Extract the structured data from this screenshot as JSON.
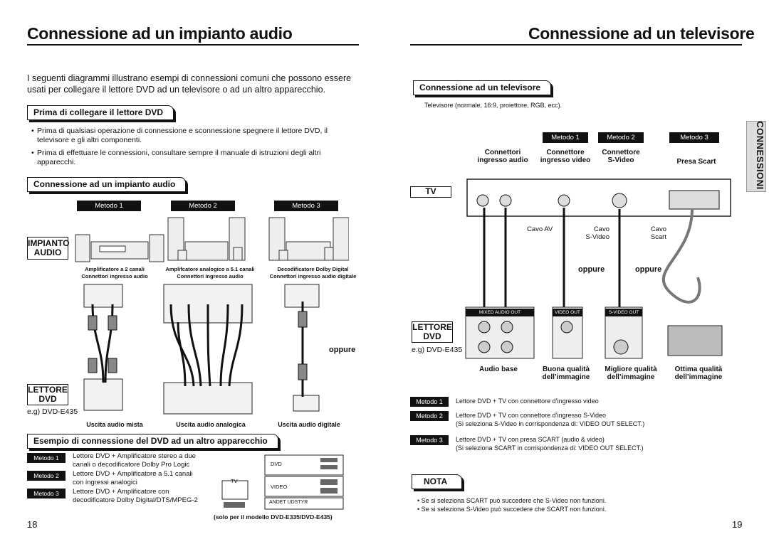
{
  "left": {
    "title": "Connessione ad un impianto audio",
    "intro": "I seguenti diagrammi illustrano esempi di connessioni comuni che possono essere usati per collegare il lettore DVD ad un televisore o ad un altro apparecchio.",
    "section1": "Prima di collegare il lettore DVD",
    "bullets": [
      "Prima di qualsiasi operazione di connessione e sconnessione spegnere il lettore DVD, il televisore e gli altri componenti.",
      "Prima di effettuare le connessioni, consultare sempre il manuale di istruzioni degli altri apparecchi."
    ],
    "section2": "Connessione ad un impianto audio",
    "methods": [
      "Metodo 1",
      "Metodo 2",
      "Metodo 3"
    ],
    "impianto_box": [
      "IMPIANTO",
      "AUDIO"
    ],
    "amp_captions": [
      [
        "Amplificatore a 2 canali",
        "Connettori ingresso audio"
      ],
      [
        "Amplifcatore analogico a 5.1 canali",
        "Connettori ingresso audio"
      ],
      [
        "Decodificatore Dolby Digital",
        "Connettori ingresso audio digitale"
      ]
    ],
    "oppure": "oppure",
    "lettore_box": [
      "LETTORE",
      "DVD"
    ],
    "model": "e.g) DVD-E435",
    "outputs": [
      "Uscita audio mista",
      "Uscita audio analogica",
      "Uscita audio digitale"
    ],
    "section3": "Esempio di connessione del DVD ad un altro apparecchio",
    "method_desc": [
      {
        "tag": "Metodo 1",
        "text": [
          "Lettore DVD  + Amplificatore stereo a due",
          "canali o decodificatore Dolby Pro Logic"
        ]
      },
      {
        "tag": "Metodo 2",
        "text": [
          "Lettore DVD + Amplificatore a 5.1 canali",
          "con ingressi analogici"
        ]
      },
      {
        "tag": "Metodo 3",
        "text": [
          "Lettore DVD  + Amplificatore con",
          "decodificatore Dolby Digital/DTS/MPEG-2"
        ]
      }
    ],
    "example_labels": {
      "dvd": "DVD",
      "tv": "TV",
      "video": "VIDEO",
      "andet": "ANDET UDSTYR"
    },
    "footnote": "(solo per il modello DVD-E335/DVD-E435)",
    "page": "18"
  },
  "right": {
    "title": "Connessione ad un televisore",
    "section1": "Connessione ad un televisore",
    "tv_types": "Televisore (normale, 16:9, proiettore, RGB, ecc).",
    "methods": [
      "Metodo 1",
      "Metodo 2",
      "Metodo 3"
    ],
    "conn_labels": [
      [
        "Connettori",
        "ingresso audio"
      ],
      [
        "Connettore",
        "ingresso video"
      ],
      [
        "Connettore",
        "S-Video"
      ],
      [
        "Presa Scart",
        ""
      ]
    ],
    "tv_box": "TV",
    "cables": {
      "av": "Cavo AV",
      "svideo": [
        "Cavo",
        "S-Video"
      ],
      "scart": [
        "Cavo",
        "Scart"
      ]
    },
    "oppure": "oppure",
    "lettore_box": [
      "LETTORE",
      "DVD"
    ],
    "model": "e.g) DVD-E435",
    "panel_labels": [
      "MIXED AUDIO OUT",
      "VIDEO OUT",
      "S-VIDEO OUT"
    ],
    "quality": [
      [
        "Audio base",
        ""
      ],
      [
        "Buona qualità",
        "dell’immagine"
      ],
      [
        "Migliore qualità",
        "dell’immagine"
      ],
      [
        "Ottima qualità",
        "dell’immagine"
      ]
    ],
    "method_desc": [
      {
        "tag": "Metodo 1",
        "text": [
          "Lettore DVD + TV con connettore d’ingresso video"
        ]
      },
      {
        "tag": "Metodo 2",
        "text": [
          "Lettore DVD + TV con connettore d’ingresso S-Video",
          "(Si seleziona S-Video in corrispondenza di: VIDEO OUT SELECT.)"
        ]
      },
      {
        "tag": "Metodo 3",
        "text": [
          "Lettore DVD + TV con presa SCART (audio & video)",
          "(Si seleziona SCART in corrispondenza di: VIDEO OUT SELECT.)"
        ]
      }
    ],
    "nota": "NOTA",
    "notes": [
      "Se si seleziona SCART può succedere che S-Video non funzioni.",
      "Se si seleziona S-Video può succedere che SCART non funzioni."
    ],
    "side_tab": "CONNESSIONI",
    "page": "19"
  }
}
